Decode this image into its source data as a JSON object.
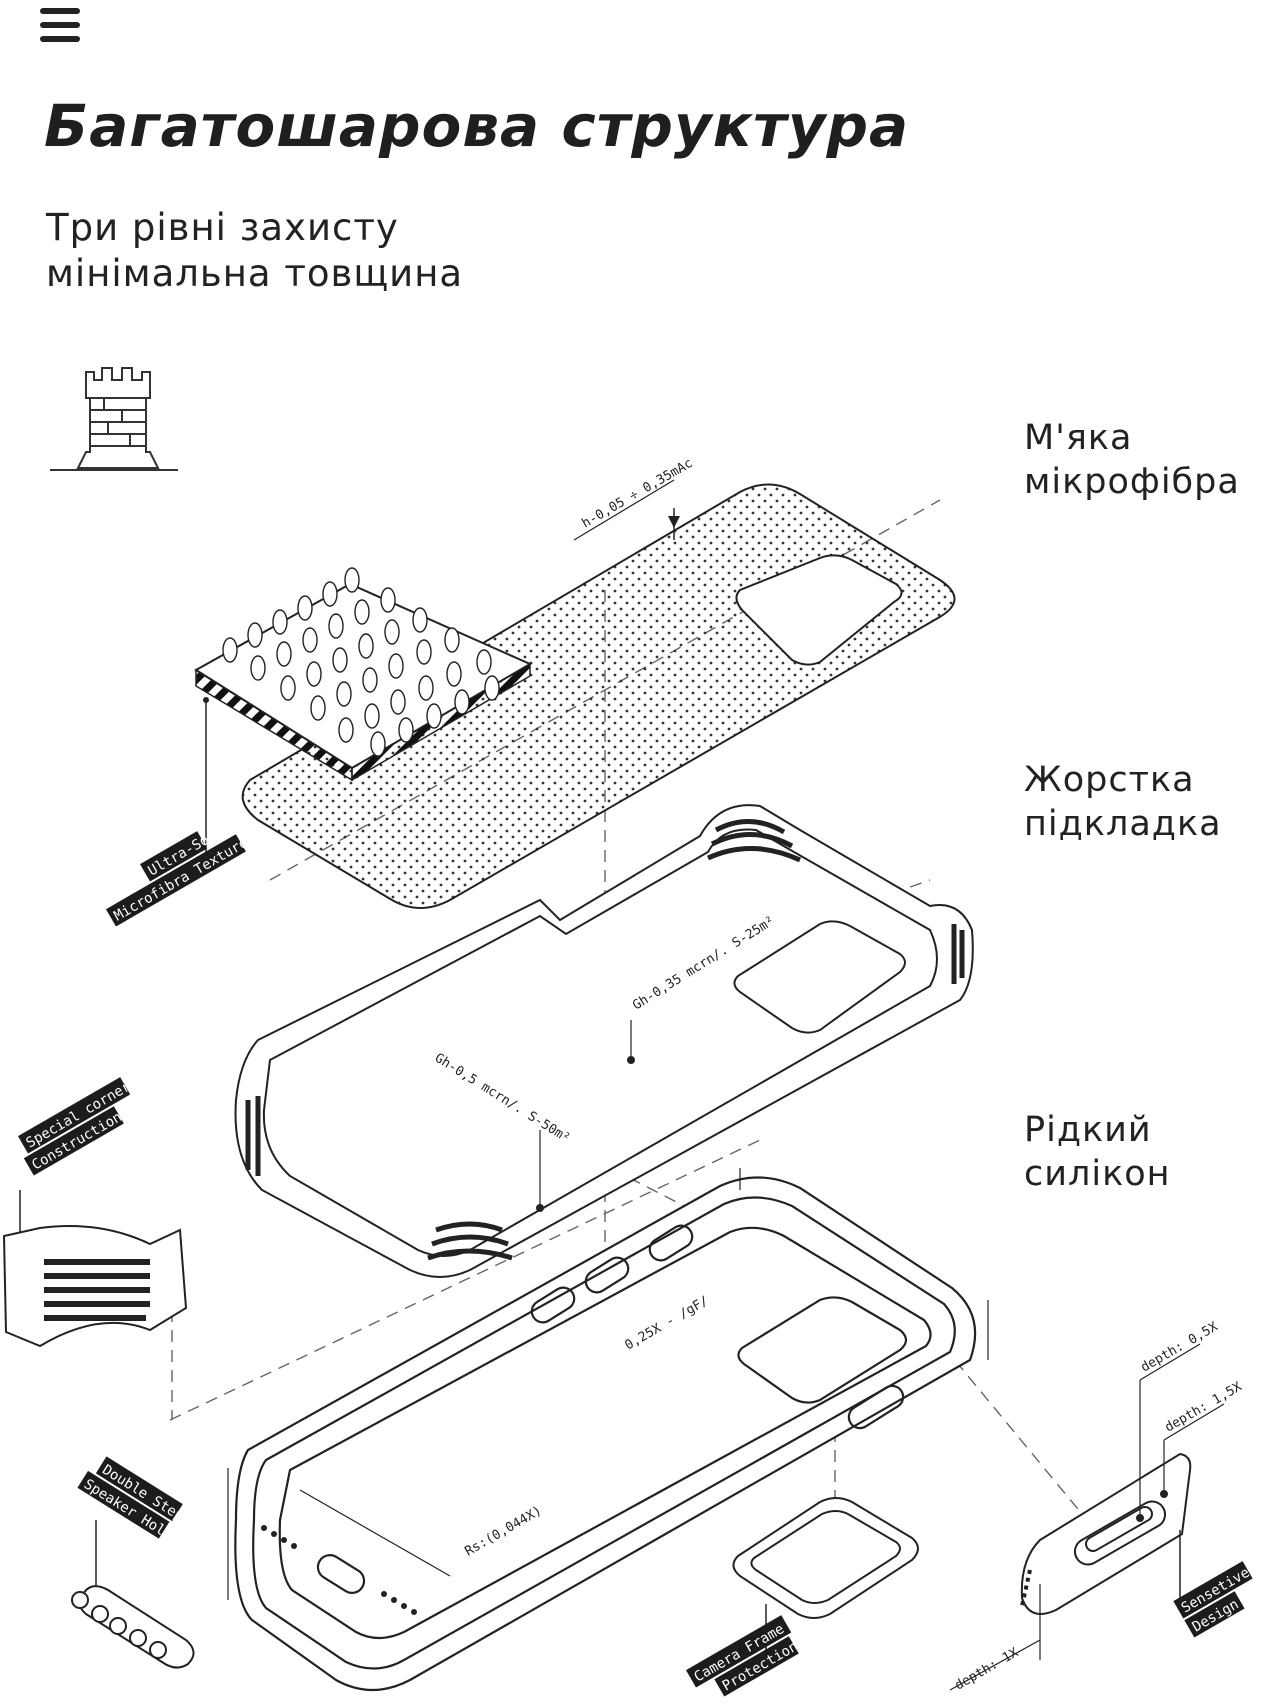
{
  "header": {
    "menu_icon": "hamburger-menu-icon",
    "title": "Багатошарова структура",
    "subtitle_line1": "Три рівні захисту",
    "subtitle_line2": "мінімальна товщина"
  },
  "layers": [
    {
      "line1": "М'яка",
      "line2": "мікрофібра"
    },
    {
      "line1": "Жорстка",
      "line2": "підкладка"
    },
    {
      "line1": "Рідкий",
      "line2": "силікон"
    }
  ],
  "annotations": {
    "thickness_top": "h-0,05 ÷ 0,35mAc",
    "plate_upper": "Gh-0,35 mcrn/. S-25m²",
    "plate_lower": "Gh-0,5 mcrn/. S-50m²",
    "frame_gap": "0,25X - /gF/",
    "radius": "Rs:(0,044X)",
    "depth_05": "depth: 0,5X",
    "depth_15": "depth: 1,5X",
    "depth_1": "depth: 1X"
  },
  "callouts": {
    "microfibra_1": "Ultra-Soft",
    "microfibra_2": "Microfibra Texture",
    "corner_1": "Special corner",
    "corner_2": "Construction",
    "speaker_1": "Double Step",
    "speaker_2": "Speaker Hole",
    "camera_1": "Camera Frame",
    "camera_2": "Protection",
    "button_1": "Sensetive Button",
    "button_2": "Design"
  },
  "icons": {
    "tower": "castle-tower-icon"
  }
}
